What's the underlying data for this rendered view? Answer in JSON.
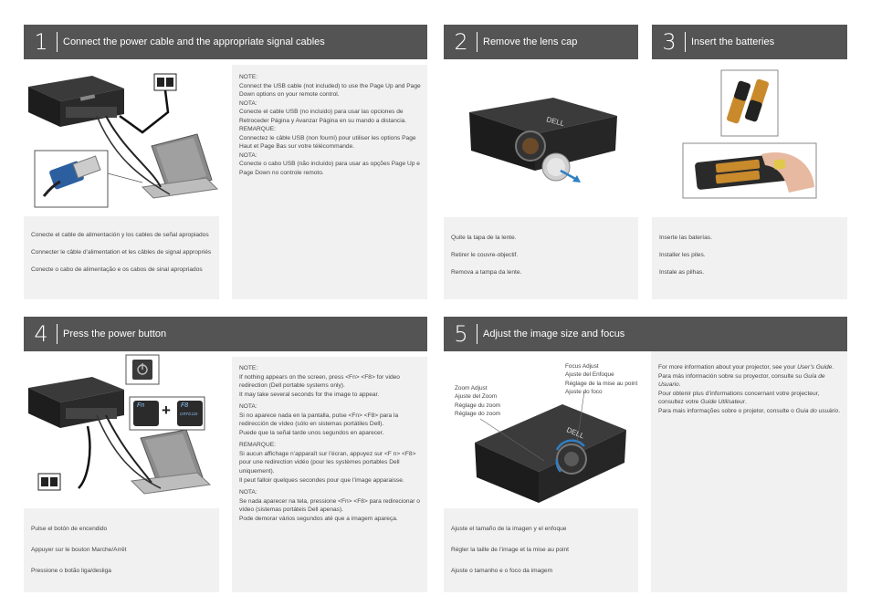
{
  "step1": {
    "number": "1",
    "title": "Connect the power cable and the appropriate signal cables",
    "caption": [
      "Conecte el cable de alimentación y los cables de señal apropiados",
      "Connecter le câble d’alimentation et les câbles de signal appropriés",
      "Conecte o cabo de alimentação e os cabos de sinal apropriados"
    ],
    "notes": [
      {
        "label": "NOTE:",
        "text": "Connect the USB cable (not included) to use the Page Up and Page Down options on your remote control."
      },
      {
        "label": "NOTA:",
        "text": "Conecte el cable USB (no incluido) para usar las opciones de Retroceder Página y Avanzar Página en su mando a distancia."
      },
      {
        "label": "REMARQUE:",
        "text": "Connectez le câble USB (non fourni) pour utiliser les options Page Haut et Page Bas sur votre télécommande."
      },
      {
        "label": "NOTA:",
        "text": "Conecte o cabo USB (não incluído) para usar as opções Page Up e Page Down no controle remoto."
      }
    ]
  },
  "step2": {
    "number": "2",
    "title": "Remove the lens cap",
    "caption": [
      "Quite la tapa de la lente.",
      "Retirer le couvre-objectif.",
      "Remova a tampa da lente."
    ]
  },
  "step3": {
    "number": "3",
    "title": "Insert the batteries",
    "caption": [
      "Inserte las baterías.",
      "Installer les piles.",
      "Instale as pilhas."
    ]
  },
  "step4": {
    "number": "4",
    "title": "Press the power button",
    "caption": [
      "Pulse el botón de encendido",
      "Appuyer sur le bouton Marche/Arrêt",
      "Pressione o botão liga/desliga"
    ],
    "keys": {
      "fn": "Fn",
      "f8": "F8",
      "f8_sub": "CRT/LCD",
      "plus": "+"
    },
    "notes": [
      {
        "label": "NOTE:",
        "lines": [
          "If nothing appears on the screen, press <Fn> <F8> for video redirection (Dell portable systems only).",
          "It may take several seconds for the image to appear."
        ]
      },
      {
        "label": "NOTA:",
        "lines": [
          "Si no aparece nada en la pantalla, pulse <Fn> <F8> para la redirección de vídeo (sólo en sistemas portátiles Dell).",
          "Puede que la señal tarde unos segundos en aparecer."
        ]
      },
      {
        "label": "REMARQUE:",
        "lines": [
          "Si aucun affichage n’apparaît sur l’écran, appuyez sur <F n> <F8> pour une redirection vidéo (pour les systèmes portables Dell uniquement).",
          "Il peut falloir quelques secondes pour que l’image apparaisse."
        ]
      },
      {
        "label": "NOTA:",
        "lines": [
          "Se nada aparecer na tela, pressione <Fn> <F8> para redirecionar o vídeo (sistemas portáteis Dell apenas).",
          "Pode demorar vários segundos até que a imagem apareça."
        ]
      }
    ]
  },
  "step5": {
    "number": "5",
    "title": "Adjust the image size and focus",
    "caption": [
      "Ajuste el tamaño de la imagen y el enfoque",
      "Régler la taille de l’image et la mise au point",
      "Ajuste o tamanho e o foco da imagem"
    ],
    "zoom_labels": [
      "Zoom Adjust",
      "Ajuste del Zoom",
      "Réglage du zoom",
      "Réglage do zoom"
    ],
    "focus_labels": [
      "Focus Adjust",
      "Ajuste del Enfoque",
      "Réglage de la mise au point",
      "Ajuste do foco"
    ],
    "info": {
      "en_pre": "For more information about your projector, see your ",
      "en_it": "User’s Guide",
      "en_post": ".",
      "es_pre": "Para más información sobre su proyector, consulte su ",
      "es_it": "Guía de Usuario",
      "es_post": ".",
      "fr_pre": "Pour obtenir plus d’informations concernant votre projecteur, consultez votre ",
      "fr_it": "Guide Utilisateur",
      "fr_post": ".",
      "pt_pre": "Para mais informações sobre o projetor, consulte o ",
      "pt_it": "Guia do usuário",
      "pt_post": "."
    }
  },
  "colors": {
    "header_bg": "#545454",
    "panel_bg": "#f1f1f1",
    "arrow_blue": "#2f7fc4"
  }
}
